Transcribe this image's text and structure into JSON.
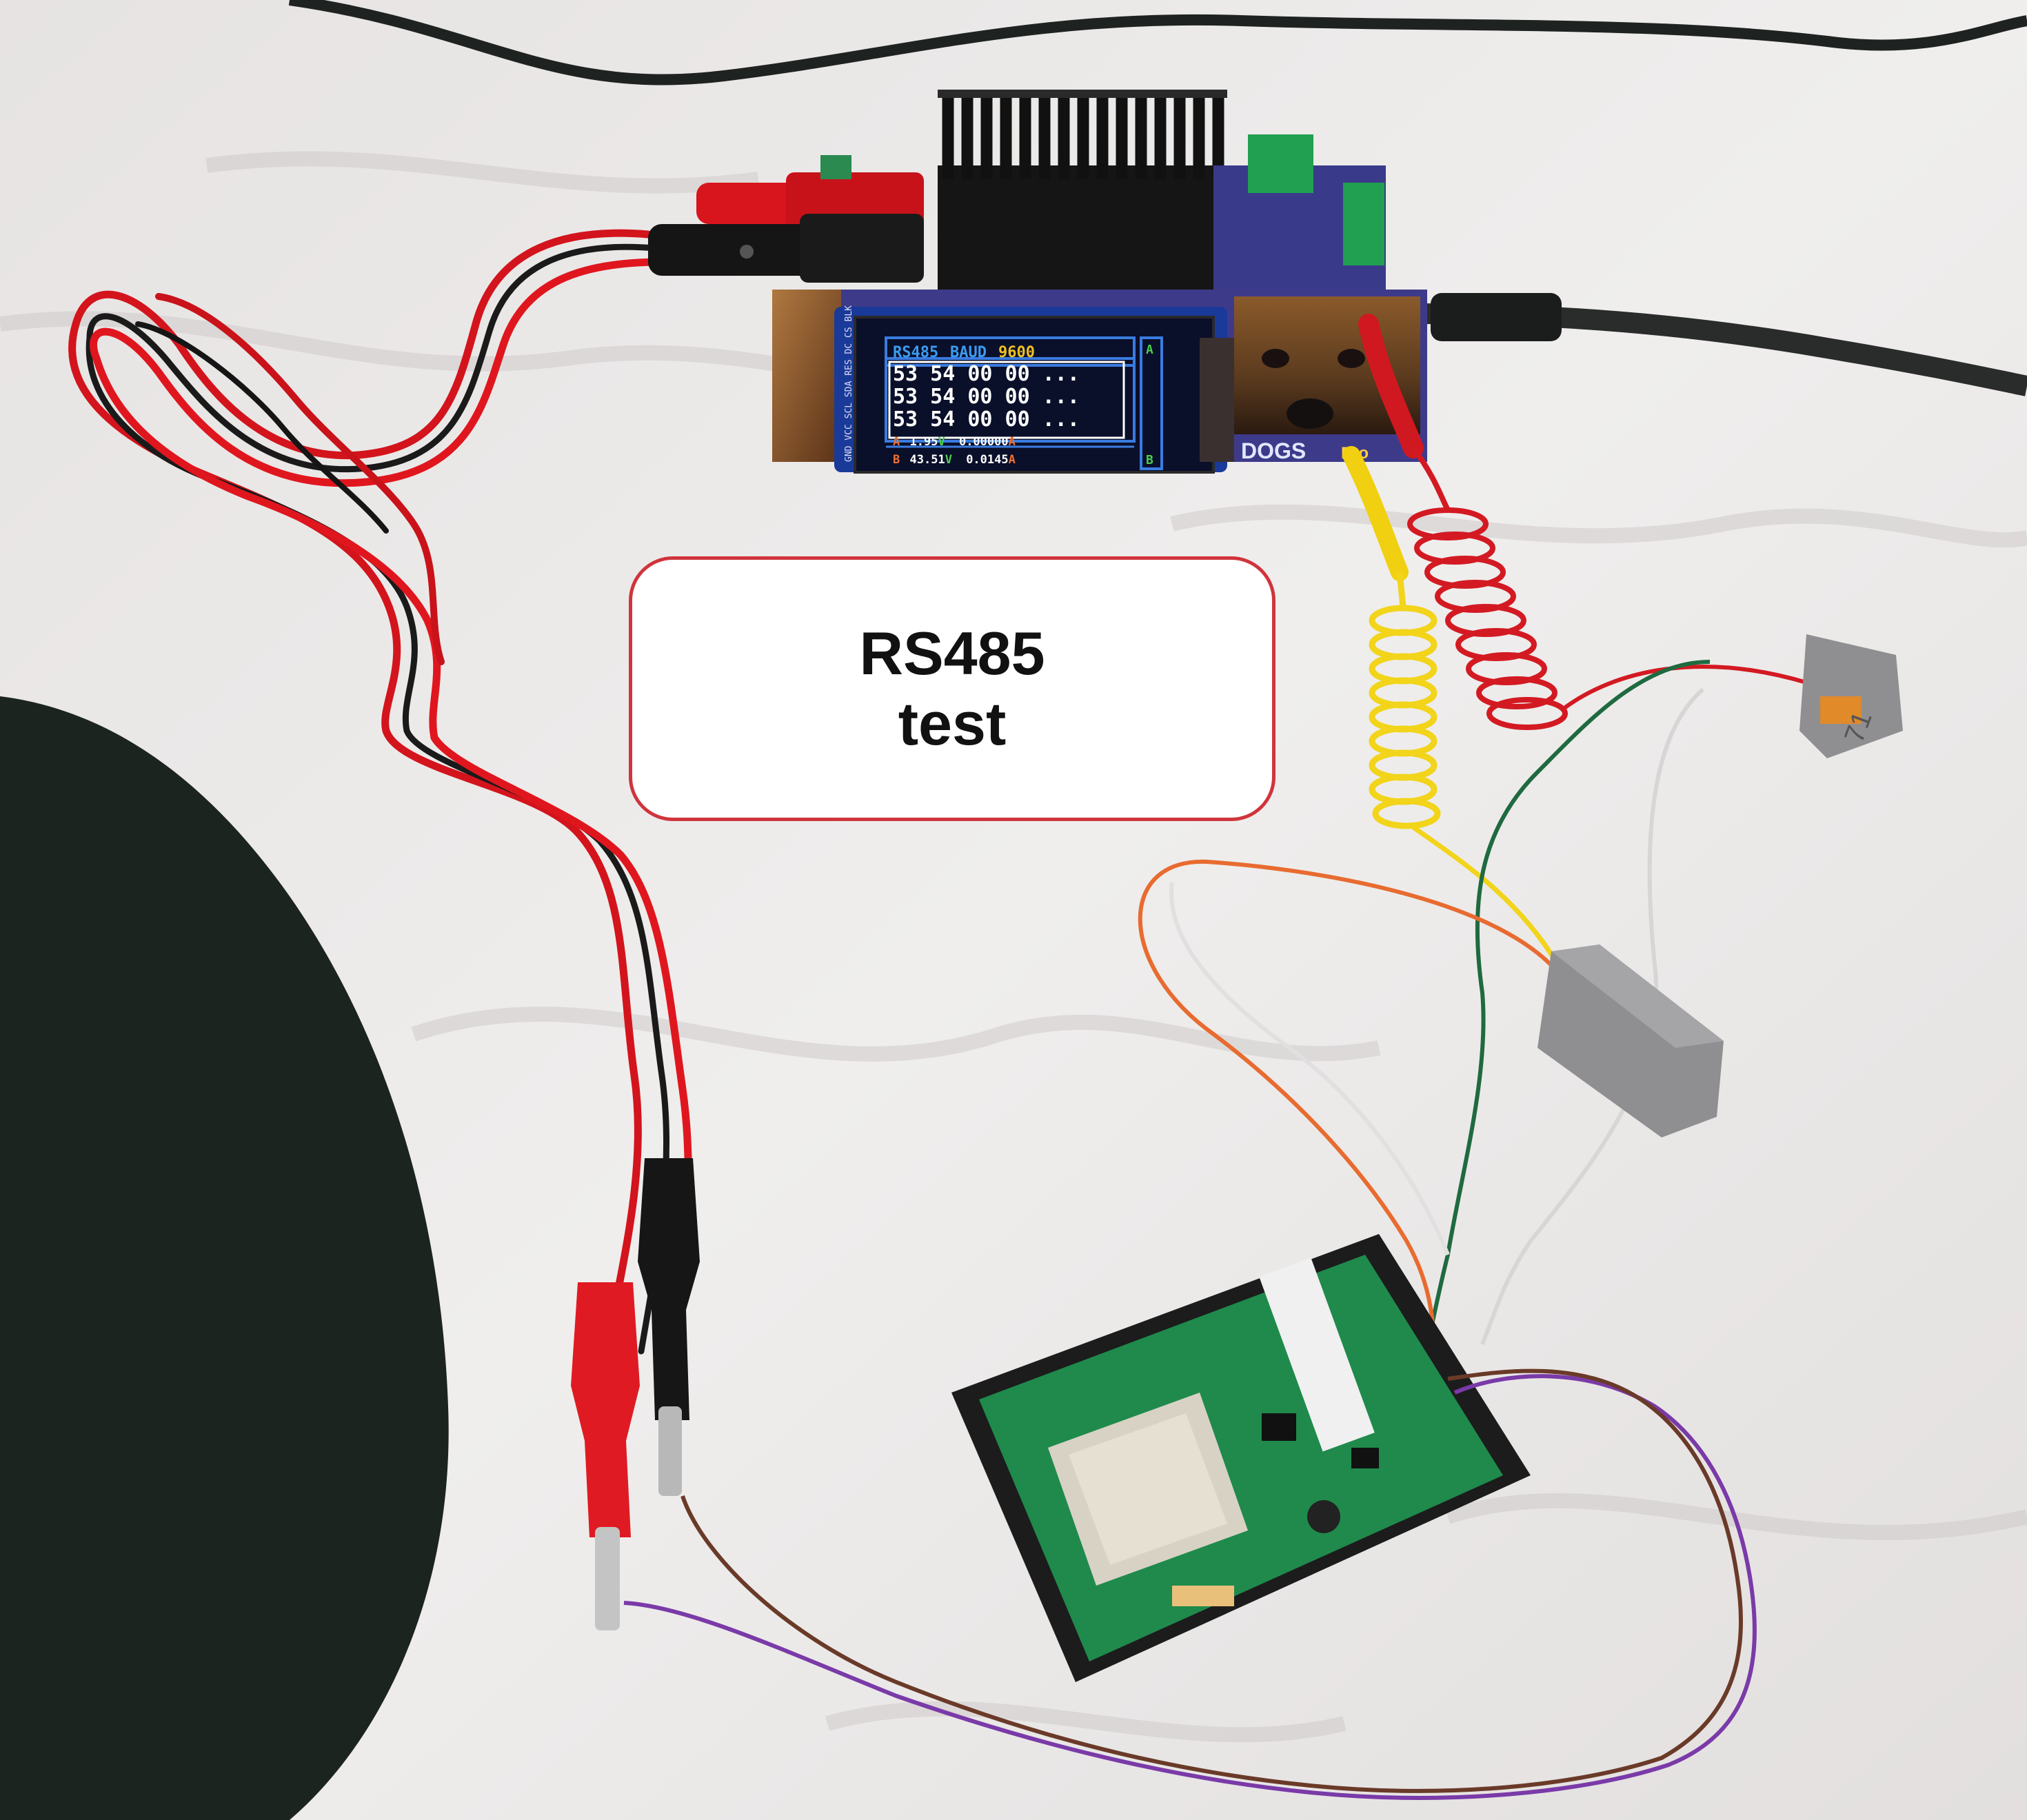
{
  "photo": {
    "label": {
      "line1": "RS485",
      "line2": "test"
    },
    "lcd": {
      "mode": "RS485",
      "baud_label": "BAUD",
      "baud_value": "9600",
      "rows": [
        "53 54 00 00 ...",
        "53 54 00 00 ...",
        "53 54 00 00 ..."
      ],
      "channel_a": {
        "tag": "A",
        "voltage": "1.95",
        "v_unit": "V",
        "current": "0.00000",
        "a_unit": "A"
      },
      "channel_b": {
        "tag": "B",
        "voltage": "43.51",
        "v_unit": "V",
        "current": "0.0145",
        "a_unit": "A"
      },
      "side_tab_top": "A",
      "side_tab_bottom": "B",
      "pin_labels": "GND VCC SCL SDA RES DC CS BLK"
    },
    "board_brand": "DOGS",
    "board_brand_suffix": "Pro",
    "connector_marking": "71",
    "colors": {
      "callout_border": "#d0343c",
      "lcd_background": "#0a0f2a",
      "lcd_frame": "#3a7ce0",
      "baud_value": "#f0c020",
      "voltage_unit": "#4ad04a",
      "tag_a": "#f07030",
      "pcb_green": "#1f8a4c"
    }
  }
}
